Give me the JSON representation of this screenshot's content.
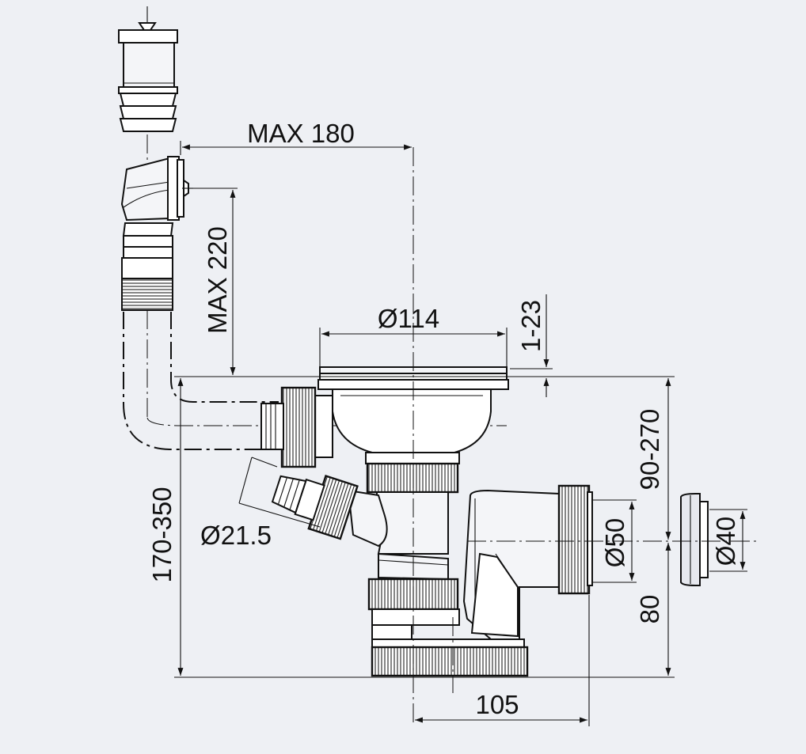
{
  "dimensions": {
    "max_reach": "MAX 180",
    "max_height": "MAX 220",
    "strainer_diameter": "Ø114",
    "sink_thickness": "1-23",
    "outlet_height": "90-270",
    "total_height": "170-350",
    "hose_diameter": "Ø21.5",
    "outlet_diameter": "Ø50",
    "adapter_diameter": "Ø40",
    "lower_height": "80",
    "outlet_offset": "105"
  }
}
